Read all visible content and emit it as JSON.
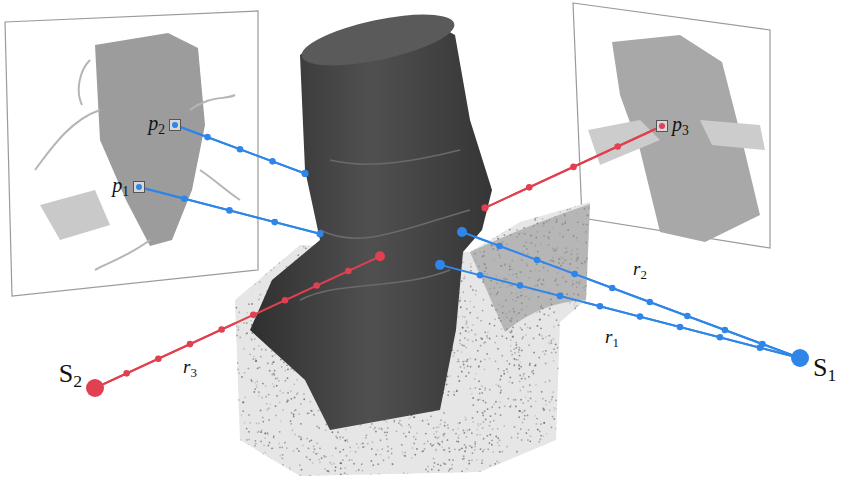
{
  "diagram": {
    "nodes": [
      {
        "text": [
          "p2"
        ]
      },
      {
        "text": [
          "p1"
        ]
      },
      {
        "text": [
          "p3"
        ]
      },
      {
        "text": [
          "S2"
        ]
      },
      {
        "text": [
          "S1"
        ]
      }
    ],
    "edges": [
      {
        "from": 4,
        "to": 0,
        "arrow": "none",
        "label": "r2"
      },
      {
        "from": 4,
        "to": 1,
        "arrow": "none",
        "label": "r1"
      },
      {
        "from": 3,
        "to": 2,
        "arrow": "none",
        "label": "r3"
      }
    ]
  }
}
